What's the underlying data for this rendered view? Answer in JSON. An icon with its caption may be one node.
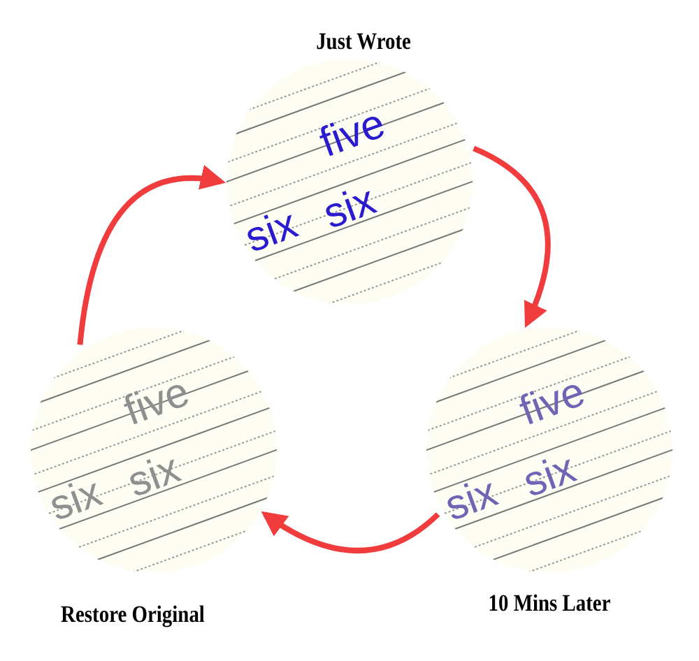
{
  "diagram": {
    "nodes": [
      {
        "text": [
          "Just Wrote",
          "five",
          "six",
          "six"
        ]
      },
      {
        "text": [
          "10 Mins Later",
          "five",
          "six",
          "six"
        ]
      },
      {
        "text": [
          "Restore Original",
          "five",
          "six",
          "six"
        ]
      }
    ],
    "edges": [
      {
        "from": 0,
        "to": 1,
        "arrow": "to"
      },
      {
        "from": 1,
        "to": 2,
        "arrow": "to"
      },
      {
        "from": 2,
        "to": 0,
        "arrow": "to"
      }
    ]
  }
}
